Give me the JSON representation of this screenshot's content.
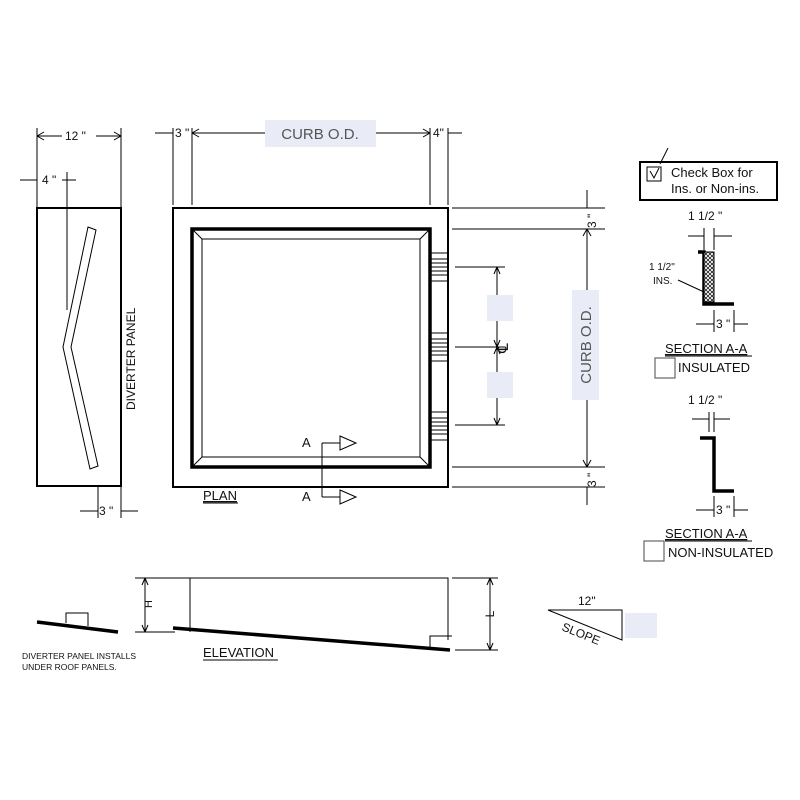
{
  "plan": {
    "title": "PLAN",
    "curb_od_top": "CURB O.D.",
    "curb_od_right": "CURB O.D.",
    "dim_left": "3 \"",
    "dim_right": "4\"",
    "dim_top_right": "3 \"",
    "dim_bottom_right": "3 \"",
    "centerline": "℄",
    "section_label_top": "A",
    "section_label_bottom": "A"
  },
  "diverter": {
    "label": "DIVERTER PANEL",
    "dim_width": "12 \"",
    "dim_inset": "4 \"",
    "dim_bottom": "3 \""
  },
  "legend": {
    "checkbox_text_line1": "Check Box for",
    "checkbox_text_line2": "Ins. or Non-ins."
  },
  "section_insulated": {
    "dim_top": "1 1/2 \"",
    "ins_label_line1": "1 1/2\"",
    "ins_label_line2": "INS.",
    "dim_bottom": "3 \"",
    "title": "SECTION A-A",
    "option_label": "INSULATED"
  },
  "section_noninsulated": {
    "dim_top": "1 1/2 \"",
    "dim_bottom": "3 \"",
    "title": "SECTION A-A",
    "option_label": "NON-INSULATED"
  },
  "elevation": {
    "title": "ELEVATION",
    "dim_h": "H",
    "dim_l": "L",
    "note_line1": "DIVERTER PANEL INSTALLS",
    "note_line2": "UNDER ROOF PANELS."
  },
  "slope": {
    "run": "12\"",
    "label": "SLOPE"
  }
}
